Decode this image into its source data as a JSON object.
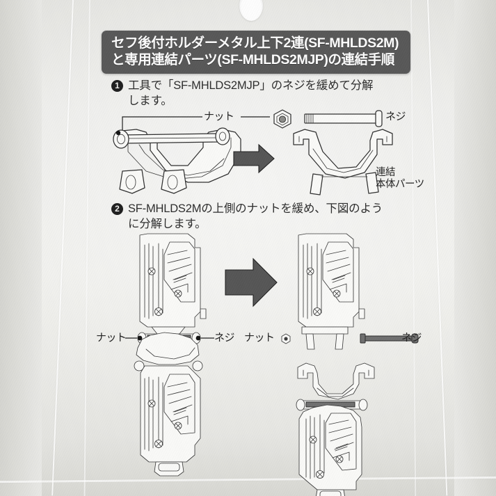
{
  "document": {
    "type": "product-instruction-card",
    "media": "printed packaging insert photograph",
    "hang_hole": "hang-tab-hole"
  },
  "title": {
    "line1": "セフ後付ホルダーメタル上下2連(SF-MHLDS2M)",
    "line2": "と専用連結パーツ(SF-MHLDS2MJP)の連結手順",
    "background_color": "#575757",
    "text_color": "#ffffff"
  },
  "steps": [
    {
      "number": "❶",
      "number_value": "1",
      "line1": "工具で「SF-MHLDS2MJP」のネジを緩めて分解",
      "line2": "します。"
    },
    {
      "number": "❷",
      "number_value": "2",
      "line1": "SF-MHLDS2Mの上側のナットを緩め、下図のよう",
      "line2": "に分解します。"
    }
  ],
  "diagram_1": {
    "name": "step-1-exploded-view",
    "labels": {
      "nut": "ナット",
      "screw": "ネジ",
      "body_part_line1": "連結",
      "body_part_line2": "本体パーツ"
    },
    "arrow": "right-arrow"
  },
  "diagram_2": {
    "name": "step-2-exploded-view",
    "labels": {
      "nut_left": "ナット",
      "screw_left": "ネジ",
      "nut_right": "ナット",
      "screw_right": "ネジ"
    },
    "arrow": "right-arrow"
  },
  "colors": {
    "card": "#eceae6",
    "banner": "#575757",
    "ink": "#2b2b2b",
    "arrow": "#555555",
    "metal": "#6f6f6f"
  }
}
